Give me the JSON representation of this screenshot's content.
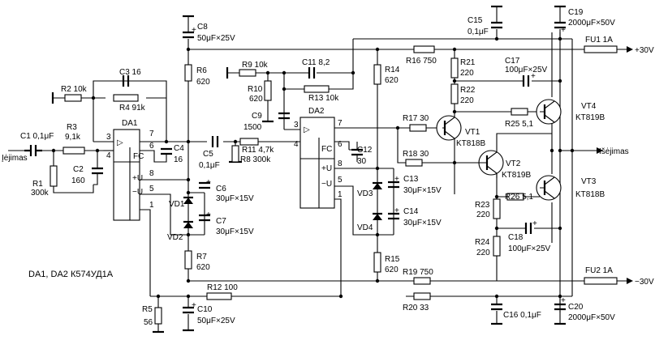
{
  "labels": {
    "input": "Įėjimas",
    "output": "Išėjimas",
    "chip_note": "DA1, DA2 К574УД1А",
    "pos_rail": "+30V",
    "neg_rail": "−30V",
    "plus": "+"
  },
  "ics": {
    "da1": {
      "name": "DA1",
      "fc": "FC",
      "pu": "+U",
      "mu": "−U",
      "p3": "3",
      "p4": "4",
      "p7": "7",
      "p6": "6",
      "p8": "8",
      "p5": "5",
      "p1": "1",
      "sym": "▷"
    },
    "da2": {
      "name": "DA2",
      "fc": "FC",
      "pu": "+U",
      "mu": "−U",
      "p3": "3",
      "p4": "4",
      "p7": "7",
      "p6": "6",
      "p8": "8",
      "p5": "5",
      "p1": "1",
      "sym": "▷"
    }
  },
  "resistors": {
    "r1": {
      "name": "R1",
      "value": "300k"
    },
    "r2": {
      "name": "R2 10k"
    },
    "r3": {
      "name": "R3",
      "value": "9,1k"
    },
    "r4": {
      "name": "R4 91k"
    },
    "r5": {
      "name": "R5",
      "value": "56"
    },
    "r6": {
      "name": "R6",
      "value": "620"
    },
    "r7": {
      "name": "R7",
      "value": "620"
    },
    "r8": {
      "name": "R8 300k"
    },
    "r9": {
      "name": "R9 10k"
    },
    "r10": {
      "name": "R10",
      "value": "620"
    },
    "r11": {
      "name": "R11 4,7k"
    },
    "r12": {
      "name": "R12 100"
    },
    "r13": {
      "name": "R13 10k"
    },
    "r14": {
      "name": "R14",
      "value": "620"
    },
    "r15": {
      "name": "R15",
      "value": "620"
    },
    "r16": {
      "name": "R16 750"
    },
    "r17": {
      "name": "R17 30"
    },
    "r18": {
      "name": "R18 30"
    },
    "r19": {
      "name": "R19 750"
    },
    "r20": {
      "name": "R20 33"
    },
    "r21": {
      "name": "R21",
      "value": "220"
    },
    "r22": {
      "name": "R22",
      "value": "220"
    },
    "r23": {
      "name": "R23",
      "value": "220"
    },
    "r24": {
      "name": "R24",
      "value": "220"
    },
    "r25": {
      "name": "R25 5,1"
    },
    "r26": {
      "name": "R26 5,1"
    }
  },
  "capacitors": {
    "c1": {
      "name": "C1 0,1μF"
    },
    "c2": {
      "name": "C2",
      "value": "160"
    },
    "c3": {
      "name": "C3 16"
    },
    "c4": {
      "name": "C4",
      "value": "16"
    },
    "c5": {
      "name": "C5",
      "value": "0,1μF"
    },
    "c6": {
      "name": "C6",
      "value": "30μF×15V"
    },
    "c7": {
      "name": "C7",
      "value": "30μF×15V"
    },
    "c8": {
      "name": "C8",
      "value": "50μF×25V"
    },
    "c9": {
      "name": "C9",
      "value": "1500"
    },
    "c10": {
      "name": "C10",
      "value": "50μF×25V"
    },
    "c11": {
      "name": "C11 8,2"
    },
    "c12": {
      "name": "C12",
      "value": "30"
    },
    "c13": {
      "name": "C13",
      "value": "30μF×15V"
    },
    "c14": {
      "name": "C14",
      "value": "30μF×15V"
    },
    "c15": {
      "name": "C15",
      "value": "0,1μF"
    },
    "c16": {
      "name": "C16 0,1μF"
    },
    "c17": {
      "name": "C17",
      "value": "100μF×25V"
    },
    "c18": {
      "name": "C18",
      "value": "100μF×25V"
    },
    "c19": {
      "name": "C19",
      "value": "2000μF×50V"
    },
    "c20": {
      "name": "C20",
      "value": "2000μF×50V"
    }
  },
  "diodes": {
    "vd1": {
      "name": "VD1"
    },
    "vd2": {
      "name": "VD2"
    },
    "vd3": {
      "name": "VD3"
    },
    "vd4": {
      "name": "VD4"
    }
  },
  "transistors": {
    "vt1": {
      "name": "VT1",
      "type": "KT818B"
    },
    "vt2": {
      "name": "VT2",
      "type": "KT819B"
    },
    "vt3": {
      "name": "VT3",
      "type": "KT818B"
    },
    "vt4": {
      "name": "VT4",
      "type": "KT819B"
    }
  },
  "fuses": {
    "fu1": {
      "name": "FU1 1A"
    },
    "fu2": {
      "name": "FU2 1A"
    }
  }
}
